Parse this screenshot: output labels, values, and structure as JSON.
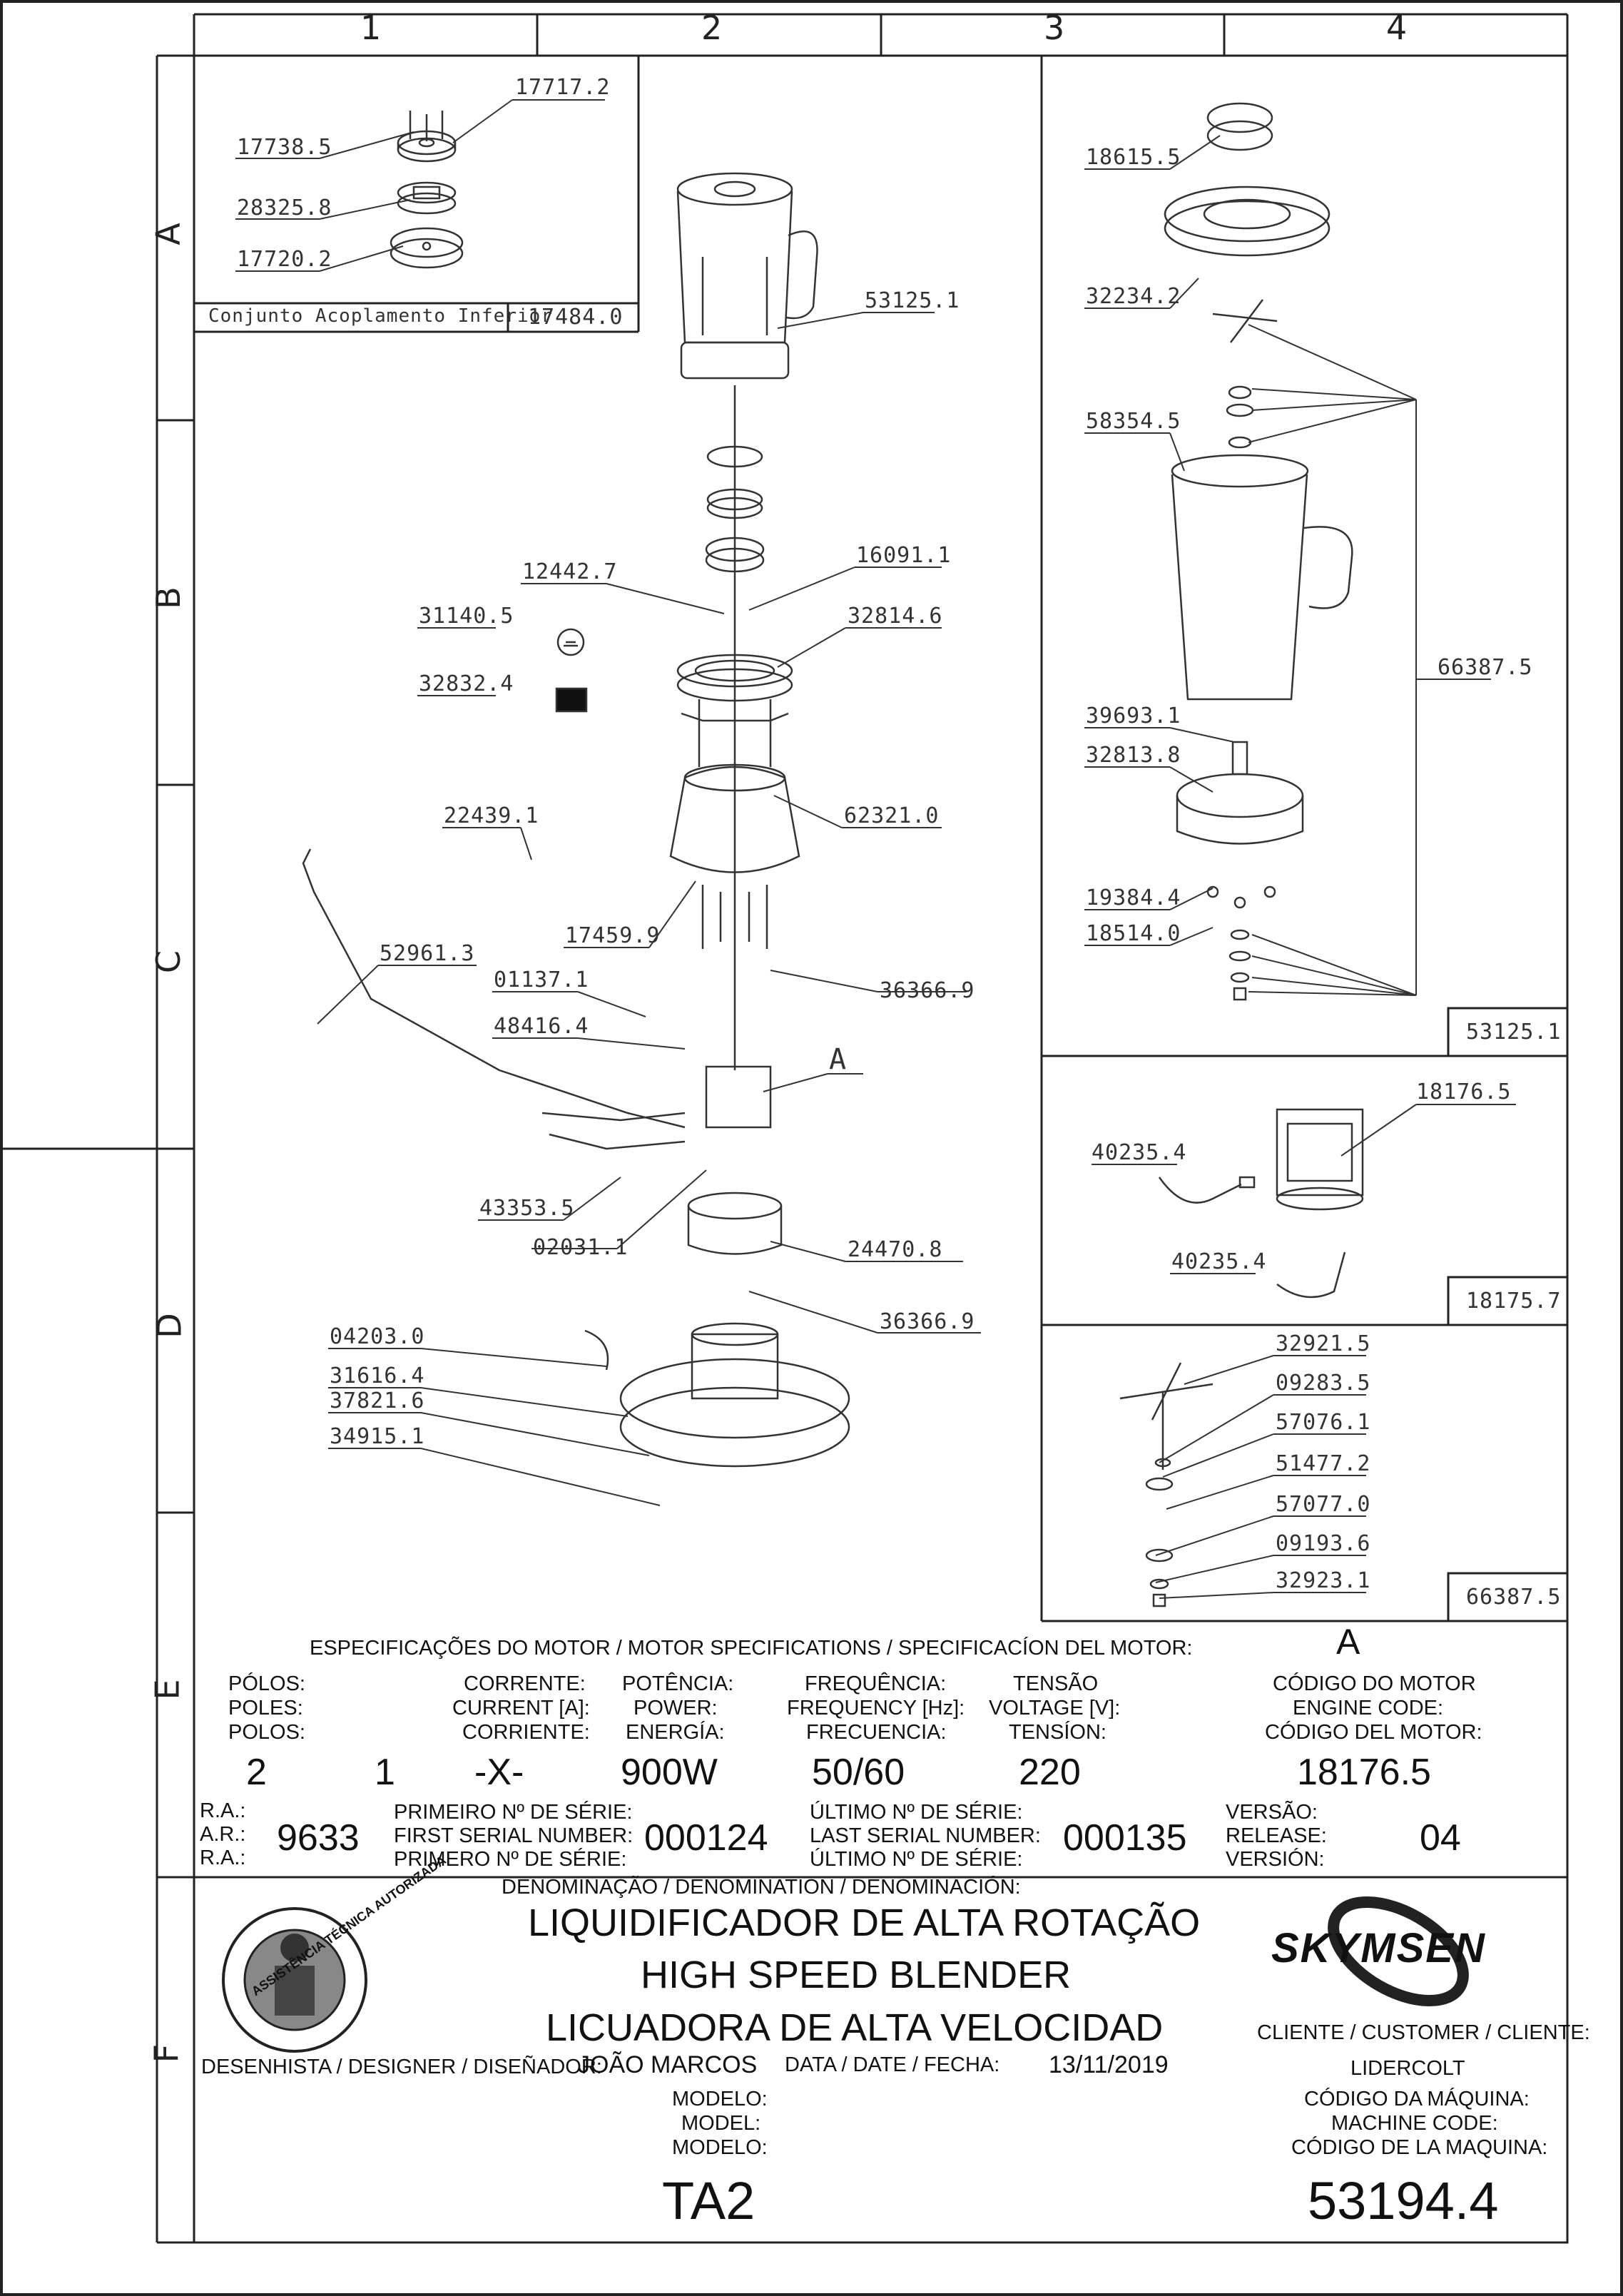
{
  "grid": {
    "columns": [
      "1",
      "2",
      "3",
      "4"
    ],
    "rows": [
      "A",
      "B",
      "C",
      "D",
      "E",
      "F"
    ]
  },
  "subassembly": {
    "title": "Conjunto Acoplamento Inferior",
    "code": "17484.0",
    "parts": [
      "17738.5",
      "17717.2",
      "28325.8",
      "17720.2"
    ]
  },
  "main_parts": {
    "p53125_1": "53125.1",
    "p12442_7": "12442.7",
    "p16091_1": "16091.1",
    "p31140_5": "31140.5",
    "p32814_6": "32814.6",
    "p32832_4": "32832.4",
    "p22439_1": "22439.1",
    "p62321_0": "62321.0",
    "p17459_9": "17459.9",
    "p52961_3": "52961.3",
    "p01137_1": "01137.1",
    "p36366_9a": "36366.9",
    "p48416_4": "48416.4",
    "detail_a": "A",
    "p43353_5": "43353.5",
    "p02031_1": "02031.1",
    "p24470_8": "24470.8",
    "p36366_9b": "36366.9",
    "p04203_0": "04203.0",
    "p31616_4": "31616.4",
    "p37821_6": "37821.6",
    "p34915_1": "34915.1"
  },
  "jar_parts": {
    "p18615_5": "18615.5",
    "p32234_2": "32234.2",
    "p58354_5": "58354.5",
    "p66387_5": "66387.5",
    "p39693_1": "39693.1",
    "p32813_8": "32813.8",
    "p19384_4": "19384.4",
    "p18514_0": "18514.0",
    "box": "53125.1"
  },
  "motor_parts": {
    "p18176_5": "18176.5",
    "p40235_4a": "40235.4",
    "p40235_4b": "40235.4",
    "box": "18175.7"
  },
  "blade_parts": {
    "p32921_5": "32921.5",
    "p09283_5": "09283.5",
    "p57076_1": "57076.1",
    "p51477_2": "51477.2",
    "p57077_0": "57077.0",
    "p09193_6": "09193.6",
    "p32923_1": "32923.1",
    "box": "66387.5"
  },
  "specs": {
    "heading": "ESPECIFICAÇÕES DO MOTOR / MOTOR SPECIFICATIONS / SPECIFICACÍON DEL MOTOR:",
    "detail_letter": "A",
    "poles": [
      "PÓLOS:",
      "POLES:",
      "POLOS:"
    ],
    "current": [
      "CORRENTE:",
      "CURRENT [A]:",
      "CORRIENTE:"
    ],
    "power": [
      "POTÊNCIA:",
      "POWER:",
      "ENERGÍA:"
    ],
    "frequency": [
      "FREQUÊNCIA:",
      "FREQUENCY [Hz]:",
      "FRECUENCIA:"
    ],
    "voltage": [
      "TENSÃO",
      "VOLTAGE [V]:",
      "TENSÍON:"
    ],
    "engine_code": [
      "CÓDIGO DO MOTOR",
      "ENGINE CODE:",
      "CÓDIGO DEL MOTOR:"
    ],
    "v_poles": "2",
    "v_one": "1",
    "v_current": "-X-",
    "v_power": "900W",
    "v_frequency": "50/60",
    "v_voltage": "220",
    "v_engine": "18176.5"
  },
  "serials": {
    "ra": [
      "R.A.:",
      "A.R.:",
      "R.A.:"
    ],
    "ra_value": "9633",
    "first": [
      "PRIMEIRO Nº DE SÉRIE:",
      "FIRST SERIAL NUMBER:",
      "PRIMERO Nº DE SÉRIE:"
    ],
    "first_value": "000124",
    "last": [
      "ÚLTIMO Nº DE SÉRIE:",
      "LAST SERIAL NUMBER:",
      "ÚLTIMO Nº DE SÉRIE:"
    ],
    "last_value": "000135",
    "version": [
      "VERSÃO:",
      "RELEASE:",
      "VERSIÓN:"
    ],
    "version_value": "04"
  },
  "denomination": {
    "label": "DENOMINAÇÃO / DENOMINATION / DENOMINACIÓN:",
    "pt": "LIQUIDIFICADOR DE ALTA ROTAÇÃO",
    "en": "HIGH SPEED BLENDER",
    "es": "LICUADORA DE ALTA VELOCIDAD"
  },
  "logo": {
    "seal_text": "ASSISTÊNCIA TÉCNICA AUTORIZADA",
    "brand": "SKYMSEN"
  },
  "designer": {
    "label": "DESENHISTA / DESIGNER / DISEÑADOR:",
    "name": "JOÃO MARCOS",
    "date_label": "DATA / DATE / FECHA:",
    "date": "13/11/2019"
  },
  "customer": {
    "label": "CLIENTE / CUSTOMER / CLIENTE:",
    "name": "LIDERCOLT"
  },
  "model": {
    "labels": [
      "MODELO:",
      "MODEL:",
      "MODELO:"
    ],
    "value": "TA2"
  },
  "machine": {
    "labels": [
      "CÓDIGO DA MÁQUINA:",
      "MACHINE CODE:",
      "CÓDIGO DE LA MAQUINA:"
    ],
    "value": "53194.4"
  }
}
